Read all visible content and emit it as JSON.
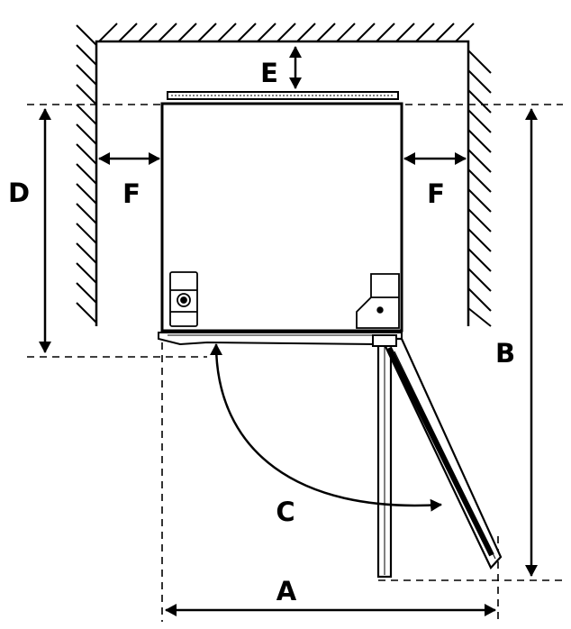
{
  "labels": {
    "A": "A",
    "B": "B",
    "C": "C",
    "D": "D",
    "E": "E",
    "F_left": "F",
    "F_right": "F"
  }
}
